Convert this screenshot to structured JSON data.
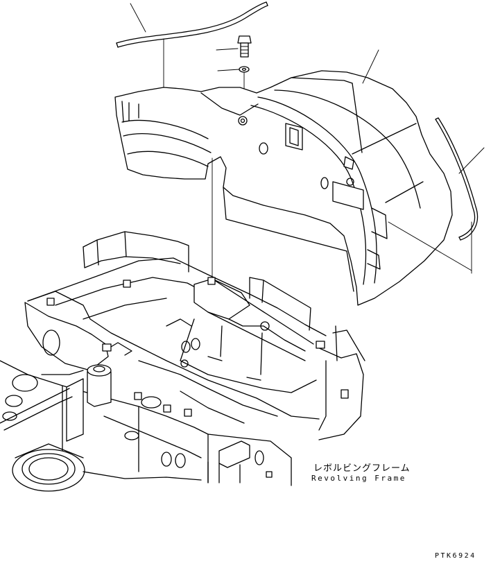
{
  "diagram": {
    "callouts": {
      "revolving_frame_jp": "レボルビングフレーム",
      "revolving_frame_en": "Revolving Frame"
    },
    "drawing_number": "PTK6924"
  }
}
